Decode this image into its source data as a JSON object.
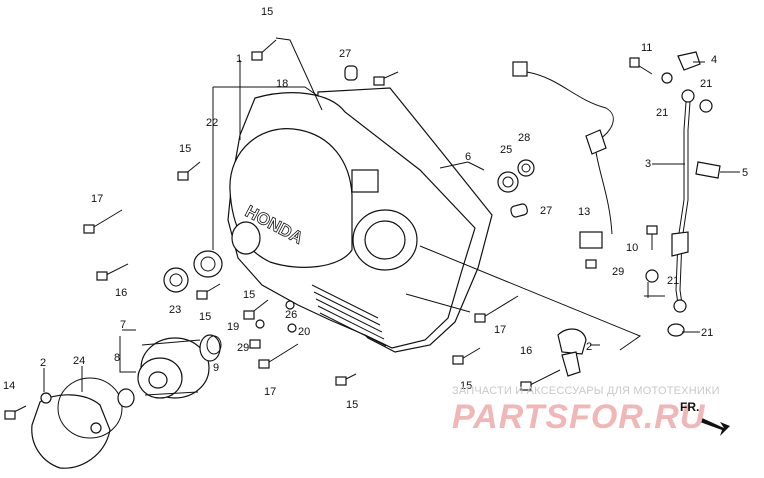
{
  "labels": [
    {
      "id": "1",
      "text": "1"
    },
    {
      "id": "2a",
      "text": "2"
    },
    {
      "id": "2b",
      "text": "2"
    },
    {
      "id": "3",
      "text": "3"
    },
    {
      "id": "4",
      "text": "4"
    },
    {
      "id": "5",
      "text": "5"
    },
    {
      "id": "6",
      "text": "6"
    },
    {
      "id": "7",
      "text": "7"
    },
    {
      "id": "8",
      "text": "8"
    },
    {
      "id": "9",
      "text": "9"
    },
    {
      "id": "10",
      "text": "10"
    },
    {
      "id": "11",
      "text": "11"
    },
    {
      "id": "13",
      "text": "13"
    },
    {
      "id": "14",
      "text": "14"
    },
    {
      "id": "15a",
      "text": "15"
    },
    {
      "id": "15b",
      "text": "15"
    },
    {
      "id": "15c",
      "text": "15"
    },
    {
      "id": "15d",
      "text": "15"
    },
    {
      "id": "15e",
      "text": "15"
    },
    {
      "id": "15f",
      "text": "15"
    },
    {
      "id": "16a",
      "text": "16"
    },
    {
      "id": "16b",
      "text": "16"
    },
    {
      "id": "17a",
      "text": "17"
    },
    {
      "id": "17b",
      "text": "17"
    },
    {
      "id": "17c",
      "text": "17"
    },
    {
      "id": "18",
      "text": "18"
    },
    {
      "id": "19",
      "text": "19"
    },
    {
      "id": "20",
      "text": "20"
    },
    {
      "id": "21a",
      "text": "21"
    },
    {
      "id": "21b",
      "text": "21"
    },
    {
      "id": "21c",
      "text": "21"
    },
    {
      "id": "21d",
      "text": "21"
    },
    {
      "id": "22",
      "text": "22"
    },
    {
      "id": "23",
      "text": "23"
    },
    {
      "id": "24",
      "text": "24"
    },
    {
      "id": "25",
      "text": "25"
    },
    {
      "id": "26",
      "text": "26"
    },
    {
      "id": "27a",
      "text": "27"
    },
    {
      "id": "27b",
      "text": "27"
    },
    {
      "id": "28",
      "text": "28"
    },
    {
      "id": "29a",
      "text": "29"
    },
    {
      "id": "29b",
      "text": "29"
    }
  ],
  "cover_brand": "HONDA",
  "front_marker": "FR.",
  "watermark": {
    "tagline": "ЗАПЧАСТИ И АКСЕССУАРЫ ДЛЯ МОТОТЕХНИКИ",
    "logo": "PARTSFOR.RU"
  }
}
